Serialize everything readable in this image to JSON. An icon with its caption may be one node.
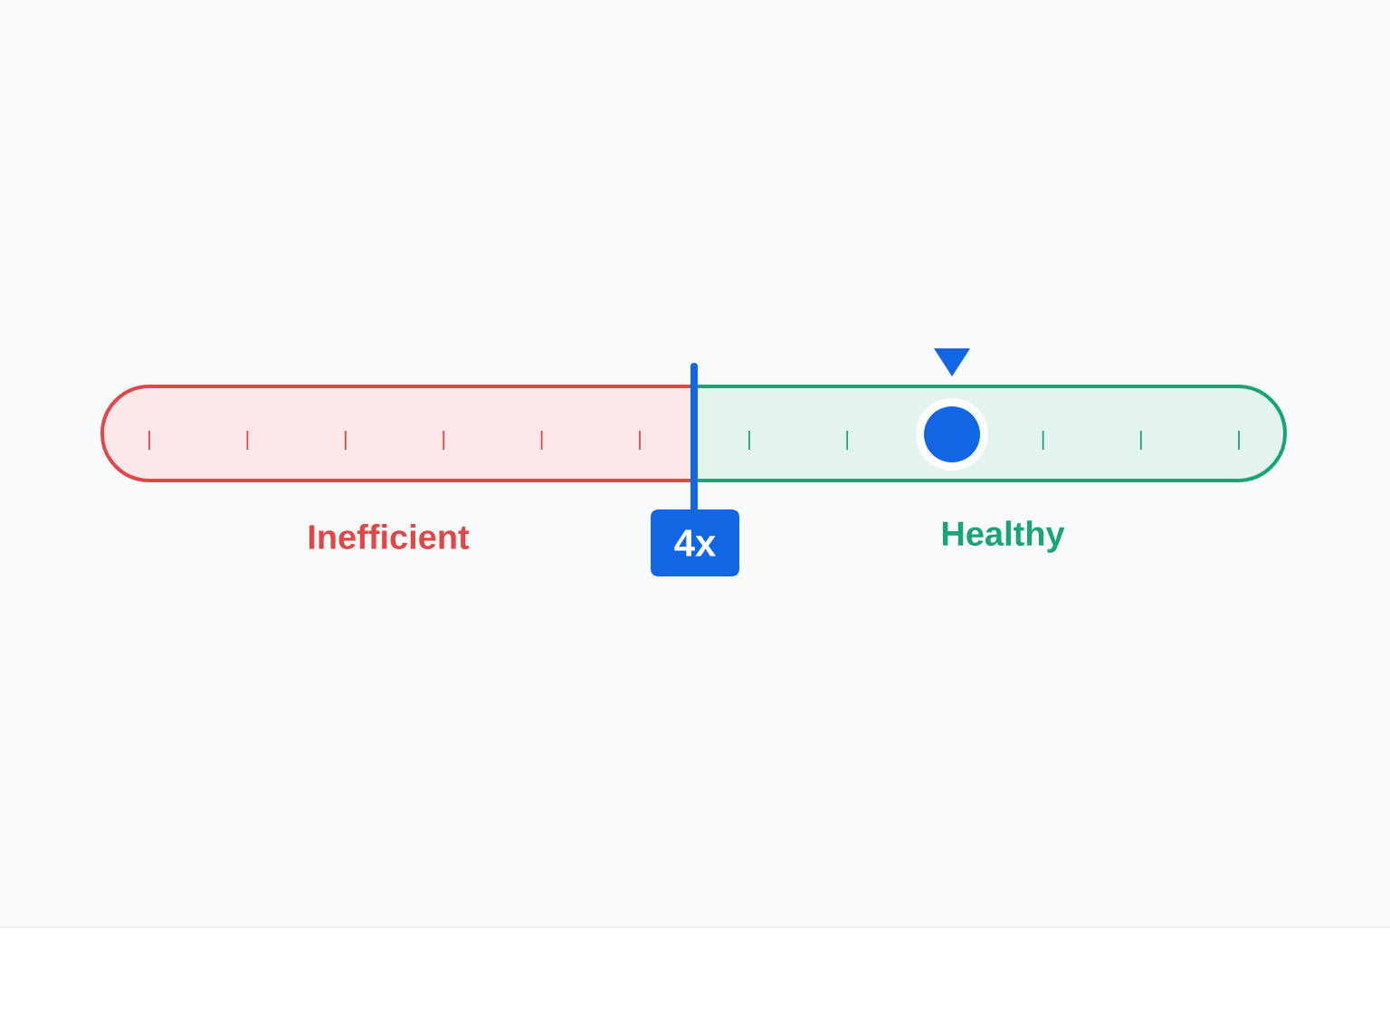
{
  "diagram": {
    "nodes": [
      {
        "text": [
          "4x"
        ]
      }
    ],
    "labels": [
      "Inefficient",
      "Healthy"
    ]
  }
}
